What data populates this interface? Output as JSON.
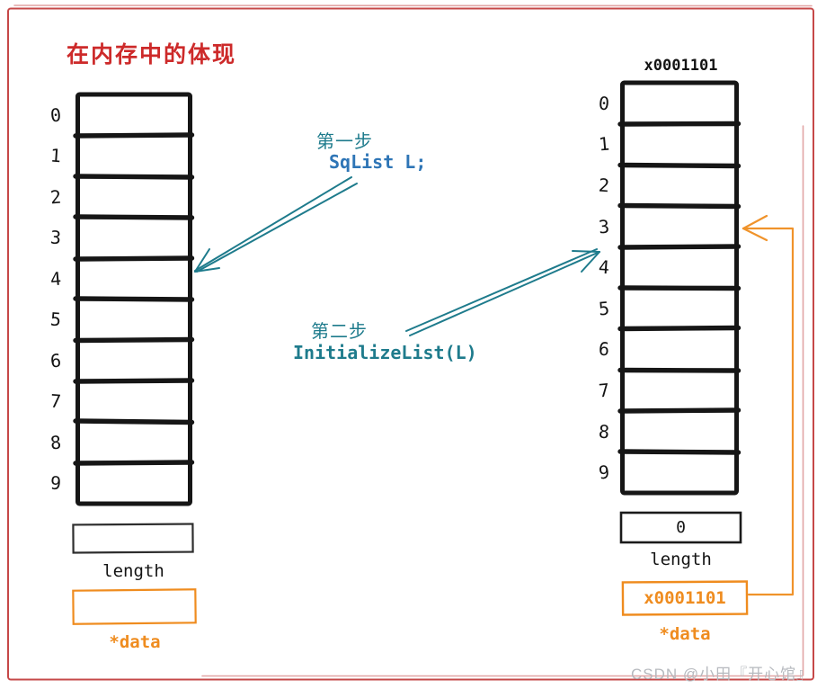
{
  "title": "在内存中的体现",
  "left_struct": {
    "indices": [
      "0",
      "1",
      "2",
      "3",
      "4",
      "5",
      "6",
      "7",
      "8",
      "9"
    ],
    "length_value": "",
    "length_label": "length",
    "data_value": "",
    "data_label": "*data"
  },
  "right_struct": {
    "address": "x0001101",
    "indices": [
      "0",
      "1",
      "2",
      "3",
      "4",
      "5",
      "6",
      "7",
      "8",
      "9"
    ],
    "length_value": "0",
    "length_label": "length",
    "data_value": "x0001101",
    "data_label": "*data"
  },
  "steps": {
    "step1_title": "第一步",
    "step1_code": "SqList L;",
    "step2_title": "第二步",
    "step2_code": "InitializeList(L)"
  },
  "watermark": "CSDN @小田『开心馆』",
  "colors": {
    "title_red": "#cd2a2a",
    "border_red": "#c64848",
    "teal": "#1e7b8c",
    "code_blue": "#2e75b6",
    "orange": "#ef8c1f",
    "ink": "#161616",
    "watermark_gray": "#b6b9be"
  }
}
